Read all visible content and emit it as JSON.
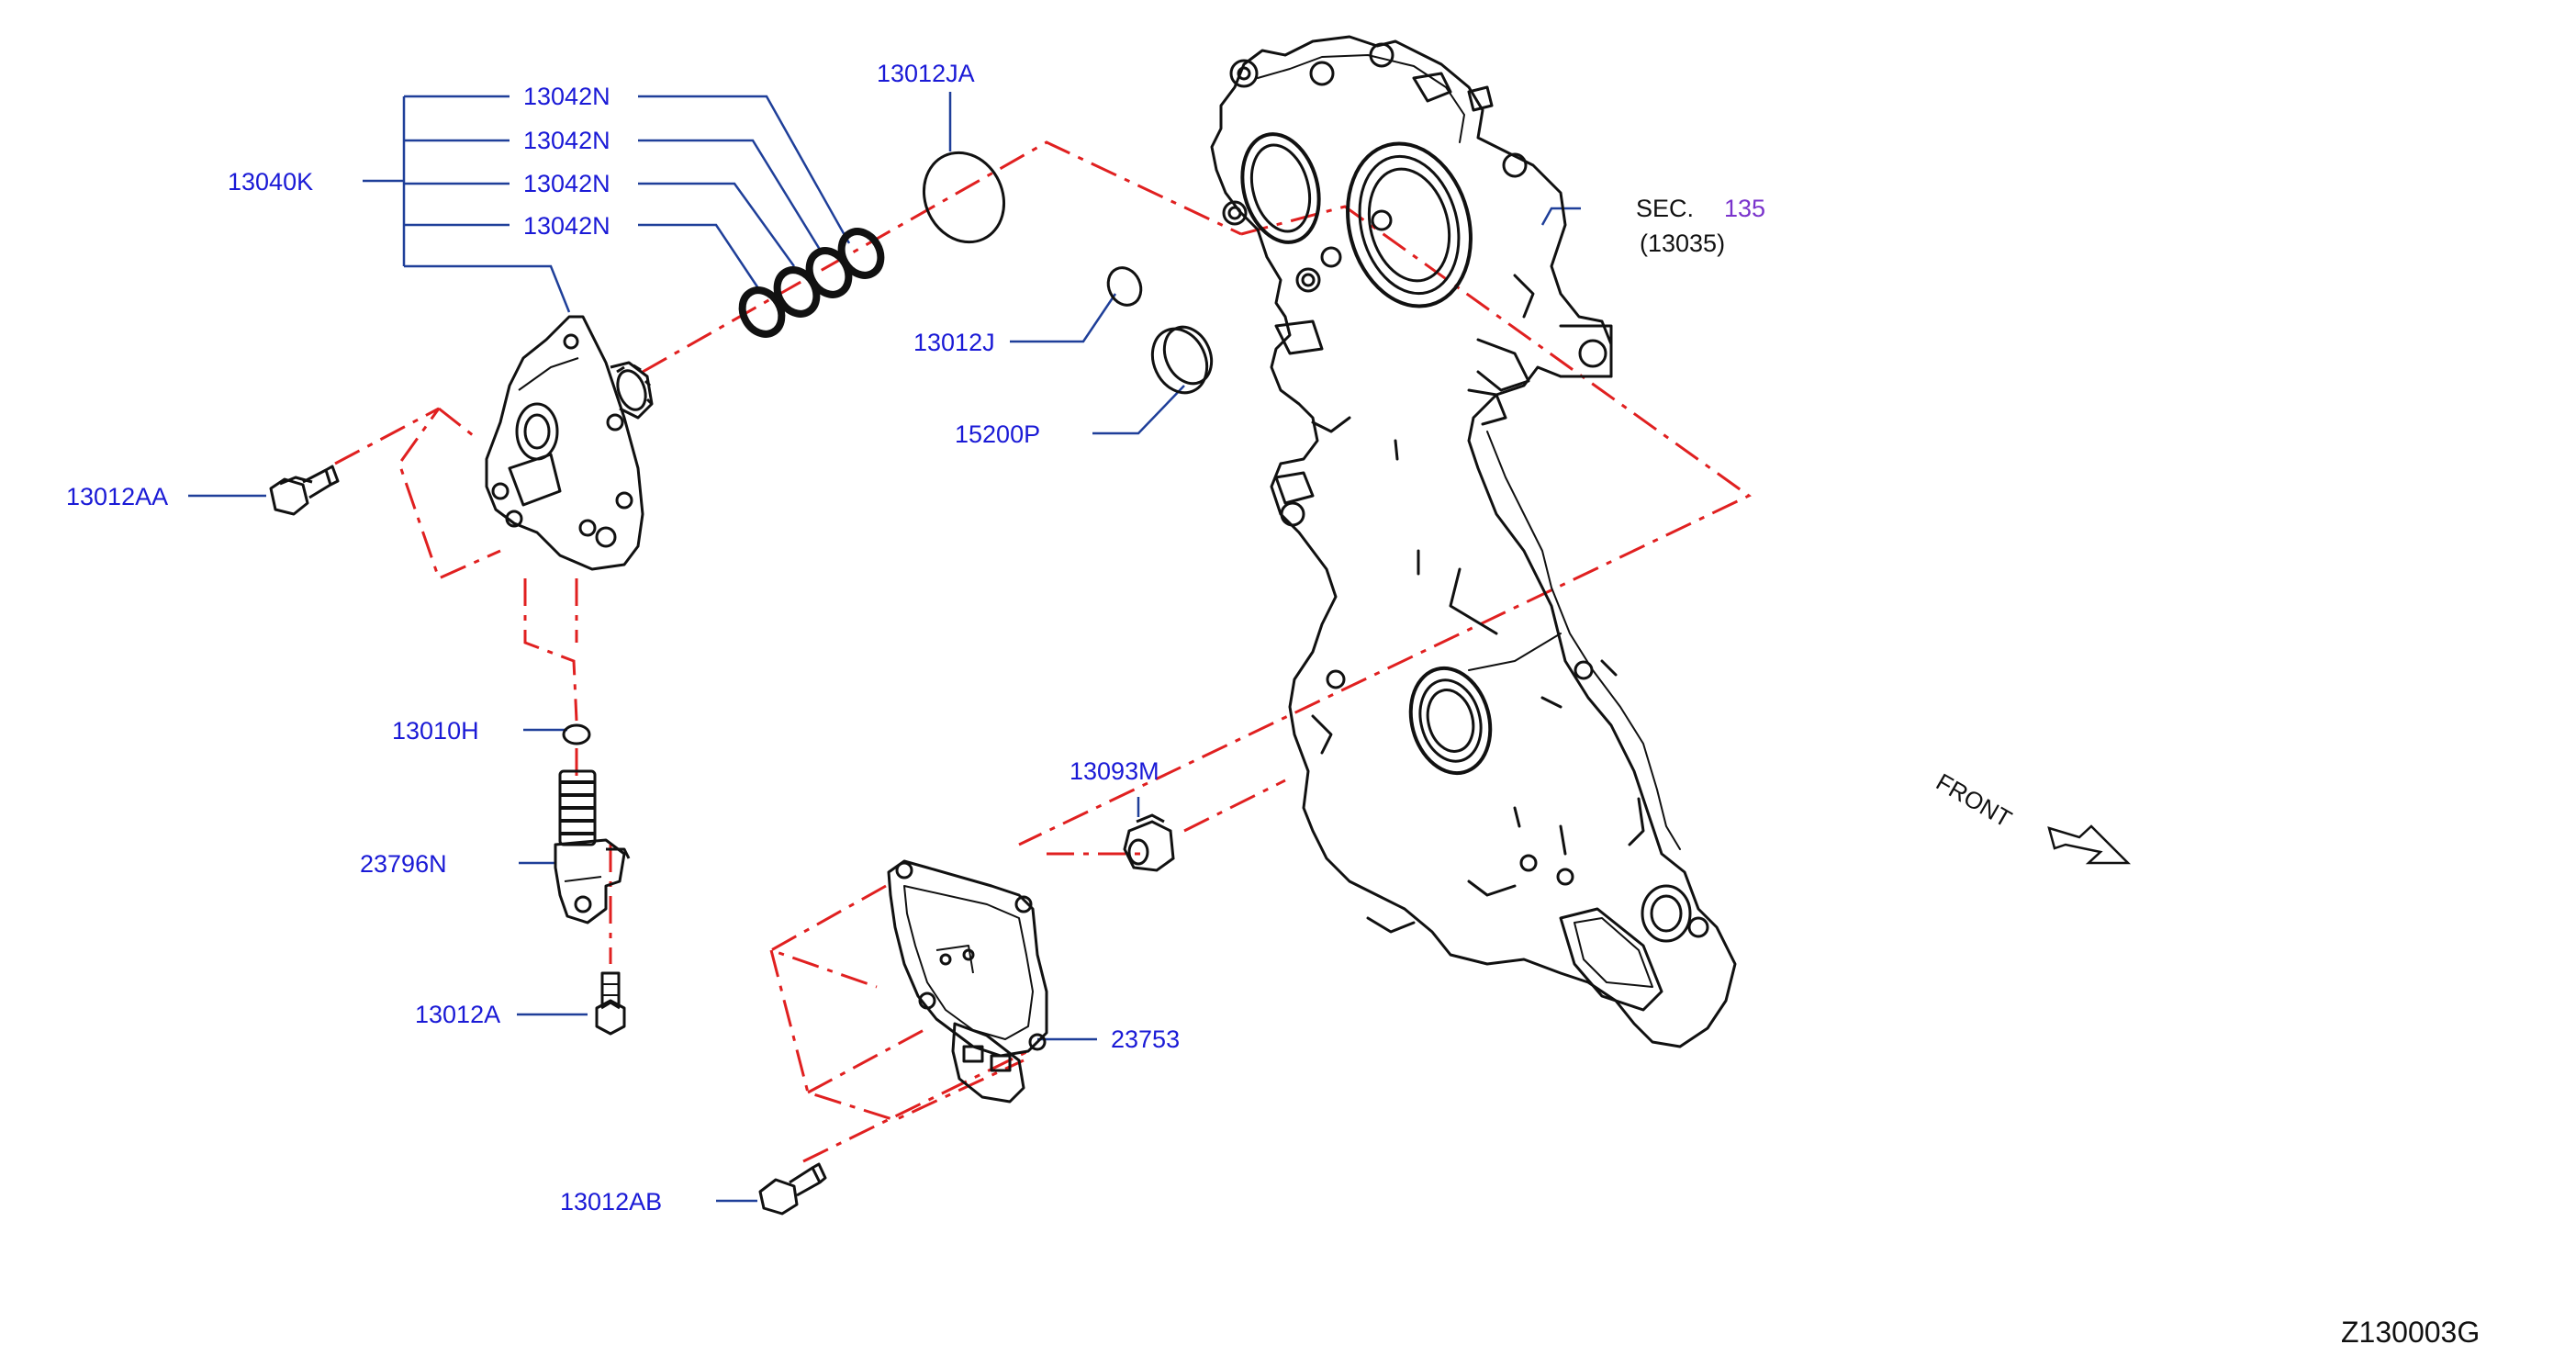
{
  "colors": {
    "callout": "#1a1ad6",
    "leader": "#1f3f99",
    "phantom": "#e02020",
    "part_outline": "#111111",
    "section_ref": "#7a33cc"
  },
  "callouts": {
    "p13042n_a": "13042N",
    "p13042n_b": "13042N",
    "p13042n_c": "13042N",
    "p13042n_d": "13042N",
    "p13040k": "13040K",
    "p13012ja": "13012JA",
    "p13012j": "13012J",
    "p15200p": "15200P",
    "p13012aa": "13012AA",
    "p13010h": "13010H",
    "p23796n": "23796N",
    "p13012a": "13012A",
    "p13093m": "13093M",
    "p23753": "23753",
    "p13012ab": "13012AB"
  },
  "section_ref": {
    "prefix": "SEC.",
    "number": "135",
    "sub": "(13035)"
  },
  "direction_label": "FRONT",
  "diagram_code": "Z130003G"
}
